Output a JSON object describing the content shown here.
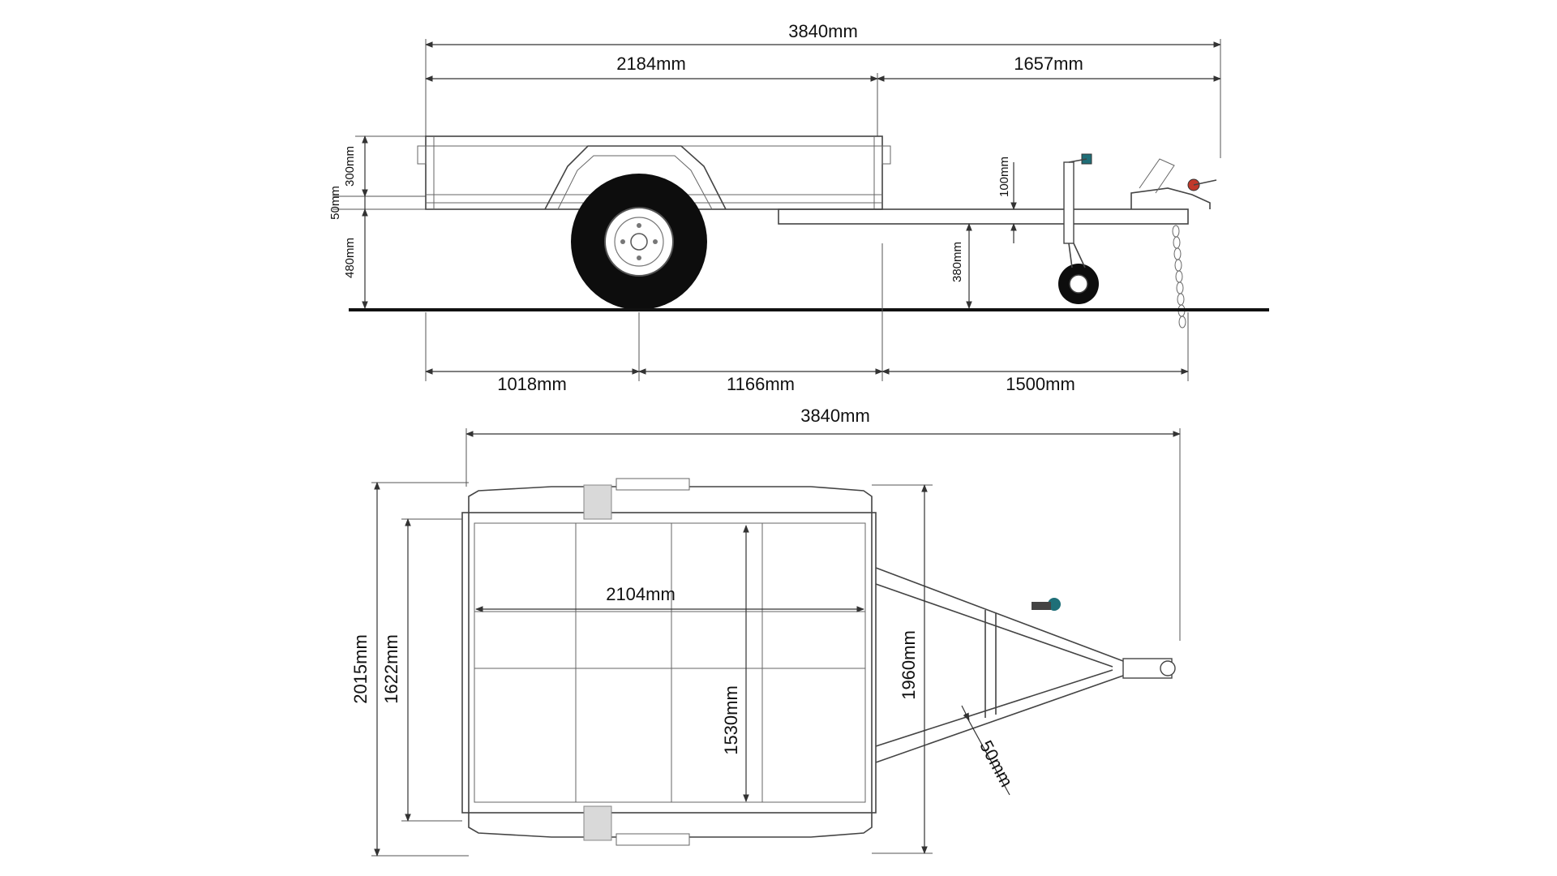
{
  "colors": {
    "line": "#444444",
    "dimension": "#333333",
    "ground": "#111111",
    "tyre": "#0d0d0d",
    "accent_teal": "#1f6f78",
    "reflector_red": "#c0392b"
  },
  "side_view": {
    "overall_length": "3840mm",
    "body_length": "2184mm",
    "drawbar_length": "1657mm",
    "side_height": "300mm",
    "rail_height": "50mm",
    "floor_height": "480mm",
    "drawbar_height": "380mm",
    "jack_offset": "100mm",
    "rear_to_axle": "1018mm",
    "axle_to_front": "1166mm",
    "front_to_hitch": "1500mm"
  },
  "top_view": {
    "overall_length": "3840mm",
    "overall_width": "2015mm",
    "outer_width": "1622mm",
    "inner_length": "2104mm",
    "inner_width": "1530mm",
    "drawbar_width": "1960mm",
    "tube_size": "50mm"
  }
}
